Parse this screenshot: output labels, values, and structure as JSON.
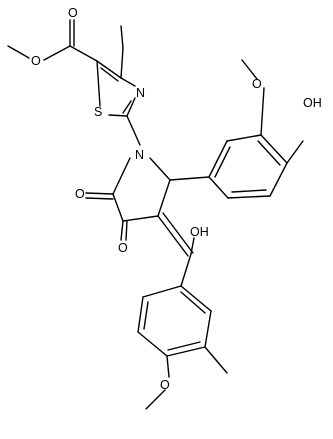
{
  "atoms": {
    "ester_O_methoxy": "O",
    "ester_O_carbonyl": "O",
    "thiazole_S": "S",
    "thiazole_N": "N",
    "pyrrolidine_N": "N",
    "ring_ketone_O1": "O",
    "ring_ketone_O2": "O",
    "enol_OH": "OH",
    "phenol_OH": "OH",
    "methoxy_O_top": "O",
    "methoxy_O_bottom": "O"
  }
}
